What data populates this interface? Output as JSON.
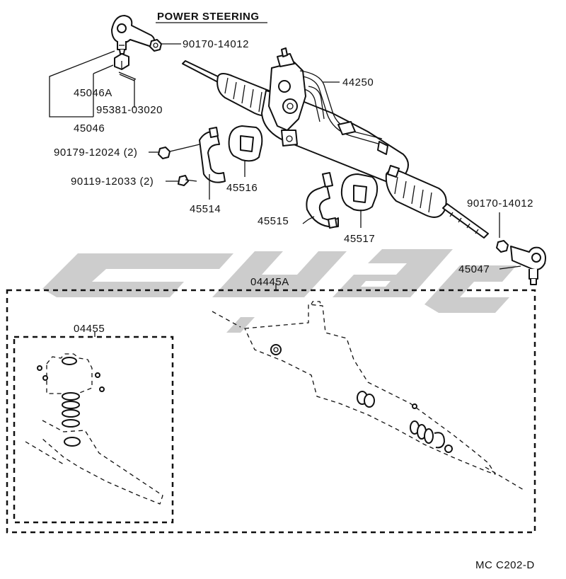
{
  "diagram": {
    "title": "POWER STEERING",
    "footer_code": "MC C202-D",
    "watermark_color": "#bdbdbd",
    "labels": {
      "p90170_a": "90170-14012",
      "p44250": "44250",
      "p45046A": "45046A",
      "p95381": "95381-03020",
      "p45046": "45046",
      "p90179": "90179-12024 (2)",
      "p90119": "90119-12033 (2)",
      "p45516": "45516",
      "p45514": "45514",
      "p90170_b": "90170-14012",
      "p45515": "45515",
      "p45517": "45517",
      "p45047": "45047",
      "p04445A": "04445A",
      "p04455": "04455"
    }
  }
}
